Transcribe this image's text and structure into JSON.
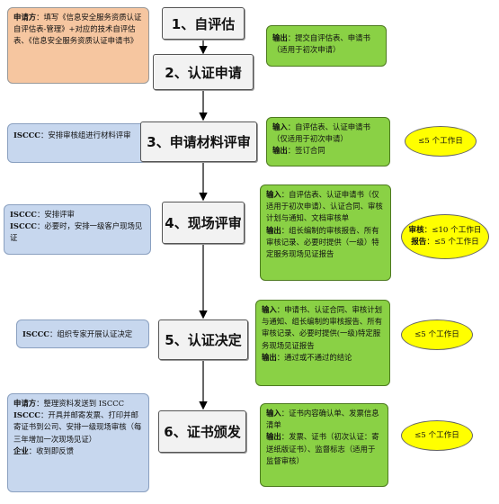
{
  "steps": [
    "1、自评估",
    "2、认证申请",
    "3、申请材料评审",
    "4、现场评审",
    "5、认证决定",
    "6、证书颁发"
  ],
  "left": {
    "s1": {
      "k1": "申请方",
      "t1": "：填写《信息安全服务资质认证自评估表-管理》+对应的技术自评估表、《信息安全服务资质认证申请书》"
    },
    "s3": {
      "k1": "ISCCC",
      "t1": "：安排审核组进行材料评审"
    },
    "s4": {
      "k1": "ISCCC",
      "t1": "：安排评审",
      "k2": "ISCCC",
      "t2": "：必要时，安排一级客户现场见证"
    },
    "s5": {
      "k1": "ISCCC",
      "t1": "：组织专家开展认证决定"
    },
    "s6": {
      "k1": "申请方",
      "t1": "：整理资料发送到 ISCCC",
      "k2": "ISCCC",
      "t2": "：开具并邮寄发票、打印并邮寄证书到公司、安排一级现场审核（每三年增加一次现场见证）",
      "k3": "企业",
      "t3": "：收到即反馈"
    }
  },
  "right": {
    "s1": {
      "k1": "输出",
      "t1": "：提交自评估表、申请书（适用于初次申请）"
    },
    "s3": {
      "k1": "输入",
      "t1": "：自评估表、认证申请书（仅适用于初次申请）",
      "k2": "输出",
      "t2": "：签订合同"
    },
    "s4": {
      "k1": "输入",
      "t1": "：自评估表、认证申请书（仅适用于初次申请）、认证合同、审核计划与通知、文档审核单",
      "k2": "输出",
      "t2": "：组长编制的审核报告、所有审核记录、必要时提供（一级）特定服务现场见证报告"
    },
    "s5": {
      "k1": "输入",
      "t1": "：申请书、认证合同、审核计划与通知、组长编制的审核报告、所有审核记录、必要时提供(一级)特定服务现场见证报告",
      "k2": "输出",
      "t2": "：通过或不通过的结论"
    },
    "s6": {
      "k1": "输入",
      "t1": "：证书内容确认单、发票信息清单",
      "k2": "输出",
      "t2": "：发票、证书（初次认证：寄送纸版证书）、监督标志（适用于监督审核）"
    }
  },
  "timing": {
    "s3": {
      "t1": "≤5 个工作日"
    },
    "s4": {
      "k1": "审核",
      "t1": "：≤10 个工作日",
      "k2": "报告",
      "t2": "：≤5 个工作日"
    },
    "s5": {
      "t1": "≤5 个工作日"
    },
    "s6": {
      "t1": "≤5 个工作日"
    }
  },
  "colors": {
    "step_fill": "#f2f2f2",
    "applicant_fill": "#f6c6a0",
    "isccc_fill": "#c7d7ee",
    "io_fill": "#8ad145",
    "timing_fill": "#ffff00"
  }
}
